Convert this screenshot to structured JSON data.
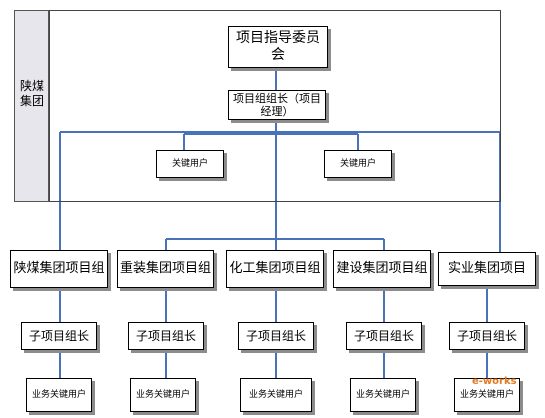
{
  "sidebar": {
    "label": "陕煤集团"
  },
  "steering": {
    "label": "项目指导委员会"
  },
  "manager": {
    "label": "项目组组长（项目经理）"
  },
  "key_users": [
    "关键用户",
    "关键用户"
  ],
  "groups": [
    "陕煤集团项目组",
    "重装集团项目组",
    "化工集团项目组",
    "建设集团项目组",
    "实业集团项目"
  ],
  "sub_leads": [
    "子项目组长",
    "子项目组长",
    "子项目组长",
    "子项目组长",
    "子项目组长"
  ],
  "biz_users": [
    "业务关键用户",
    "业务关键用户",
    "业务关键用户",
    "业务关键用户",
    "业务关键用户"
  ],
  "watermark": "e-works",
  "colors": {
    "connector": "#4a72b8",
    "box_border": "#000000",
    "shadow": "#8c8c8c",
    "sidebar_bg": "#e6e6ec"
  }
}
